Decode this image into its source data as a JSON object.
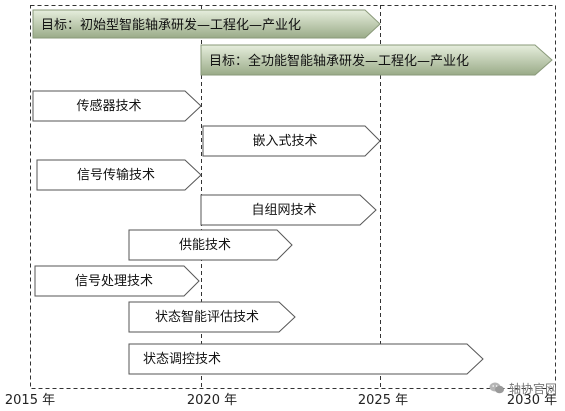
{
  "goals": [
    {
      "id": "goal-initial",
      "text": "目标：初始型智能轴承研发—工程化—产业化"
    },
    {
      "id": "goal-full",
      "text": "目标：全功能智能轴承研发—工程化—产业化"
    }
  ],
  "technologies": [
    {
      "id": "sensor",
      "label": "传感器技术"
    },
    {
      "id": "embedded",
      "label": "嵌入式技术"
    },
    {
      "id": "signal-transmission",
      "label": "信号传输技术"
    },
    {
      "id": "self-networking",
      "label": "自组网技术"
    },
    {
      "id": "power-supply",
      "label": "供能技术"
    },
    {
      "id": "signal-processing",
      "label": "信号处理技术"
    },
    {
      "id": "state-assessment",
      "label": "状态智能评估技术"
    },
    {
      "id": "state-control",
      "label": "状态调控技术"
    }
  ],
  "timeline": [
    "2015 年",
    "2020 年",
    "2025 年",
    "2030 年"
  ],
  "colors": {
    "goal_fill_top": "#e6eedd",
    "goal_fill_bottom": "#9aab88",
    "arrow_fill": "#ffffff",
    "arrow_stroke": "#555555",
    "frame_dash": "#333333"
  },
  "watermark": {
    "icon": "wechat-icon",
    "text": "轴协官网"
  }
}
